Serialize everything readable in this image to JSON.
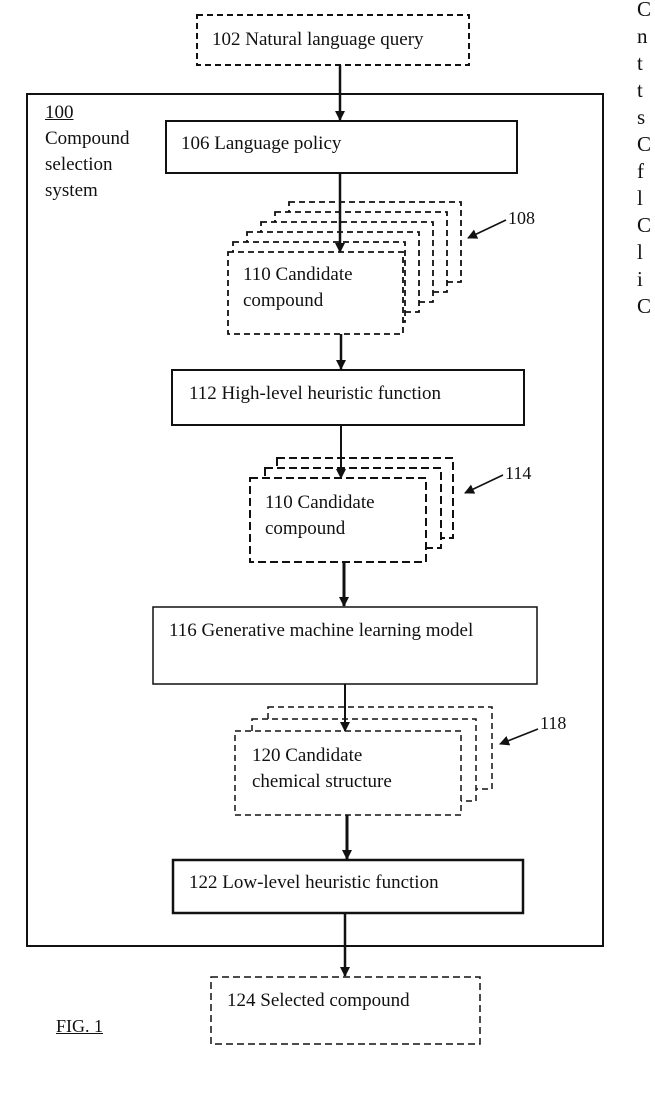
{
  "figure": {
    "label": "FIG. 1",
    "system": {
      "ref": "100",
      "name_line1": "Compound",
      "name_line2": "selection",
      "name_line3": "system"
    },
    "nodes": {
      "query": "102 Natural language query",
      "policy": "106 Language policy",
      "candidate_a_line1": "110 Candidate",
      "candidate_a_line2": "compound",
      "stack_a_ref": "108",
      "high_level": "112 High-level heuristic function",
      "candidate_b_line1": "110 Candidate",
      "candidate_b_line2": "compound",
      "stack_b_ref": "114",
      "gen_model": "116 Generative machine learning model",
      "structure_line1": "120 Candidate",
      "structure_line2": "chemical structure",
      "stack_c_ref": "118",
      "low_level": "122 Low-level heuristic function",
      "selected": "124 Selected compound"
    },
    "margin_text": [
      "C",
      "n",
      "t",
      "t",
      "s",
      "C",
      "f",
      "l",
      "C",
      "l",
      "i",
      "C"
    ]
  }
}
